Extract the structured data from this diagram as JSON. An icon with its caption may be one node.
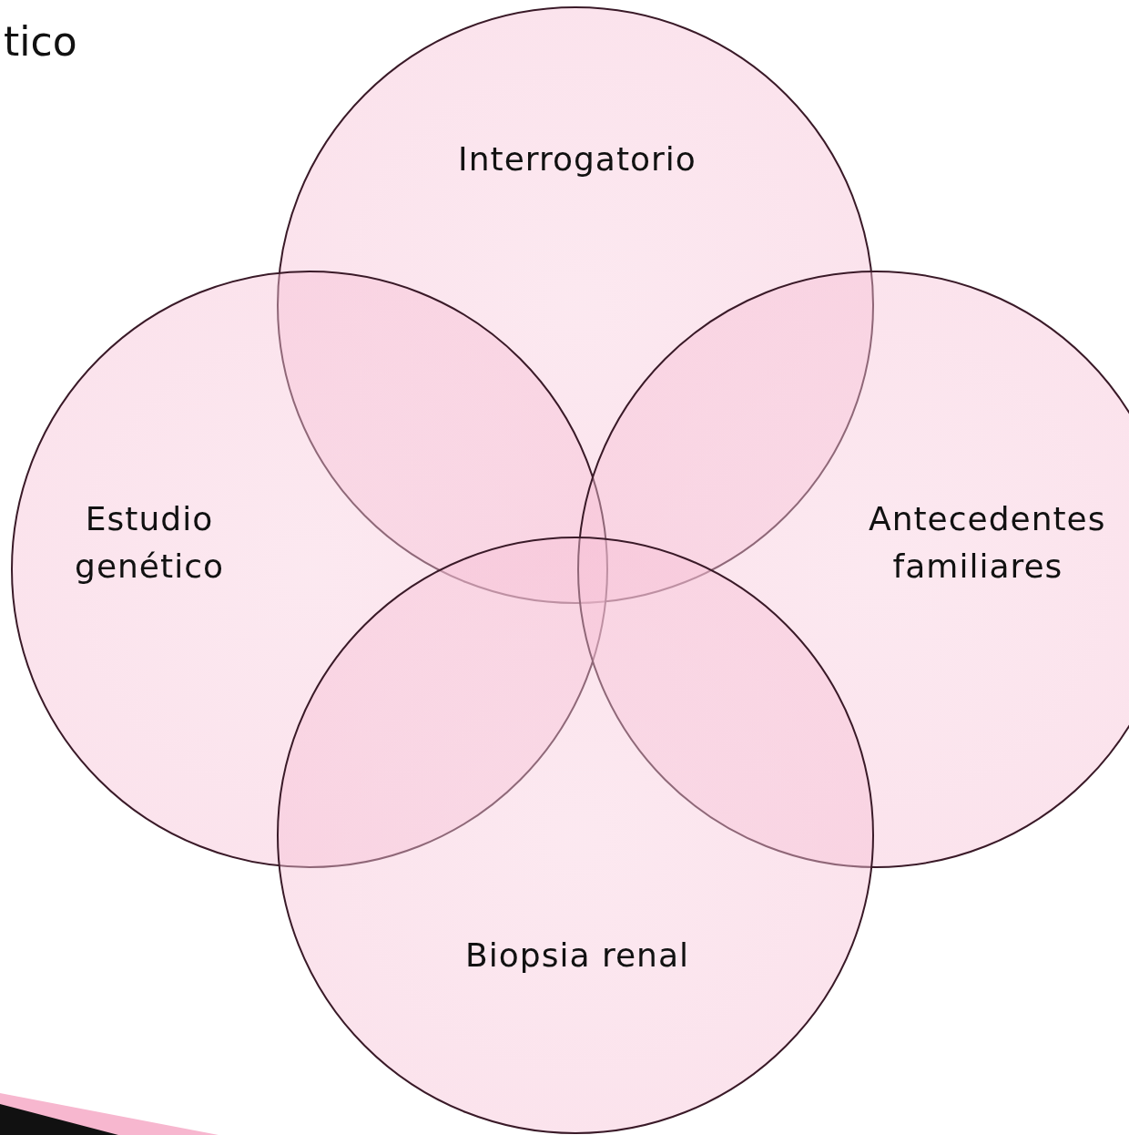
{
  "diagram": {
    "nodes": [
      {
        "text": [
          "Interrogatorio"
        ]
      },
      {
        "text": [
          "Estudio genético"
        ]
      },
      {
        "text": [
          "Antecedentes familiares"
        ]
      },
      {
        "text": [
          "Biopsia renal"
        ]
      }
    ],
    "labels": [
      "tico"
    ]
  }
}
